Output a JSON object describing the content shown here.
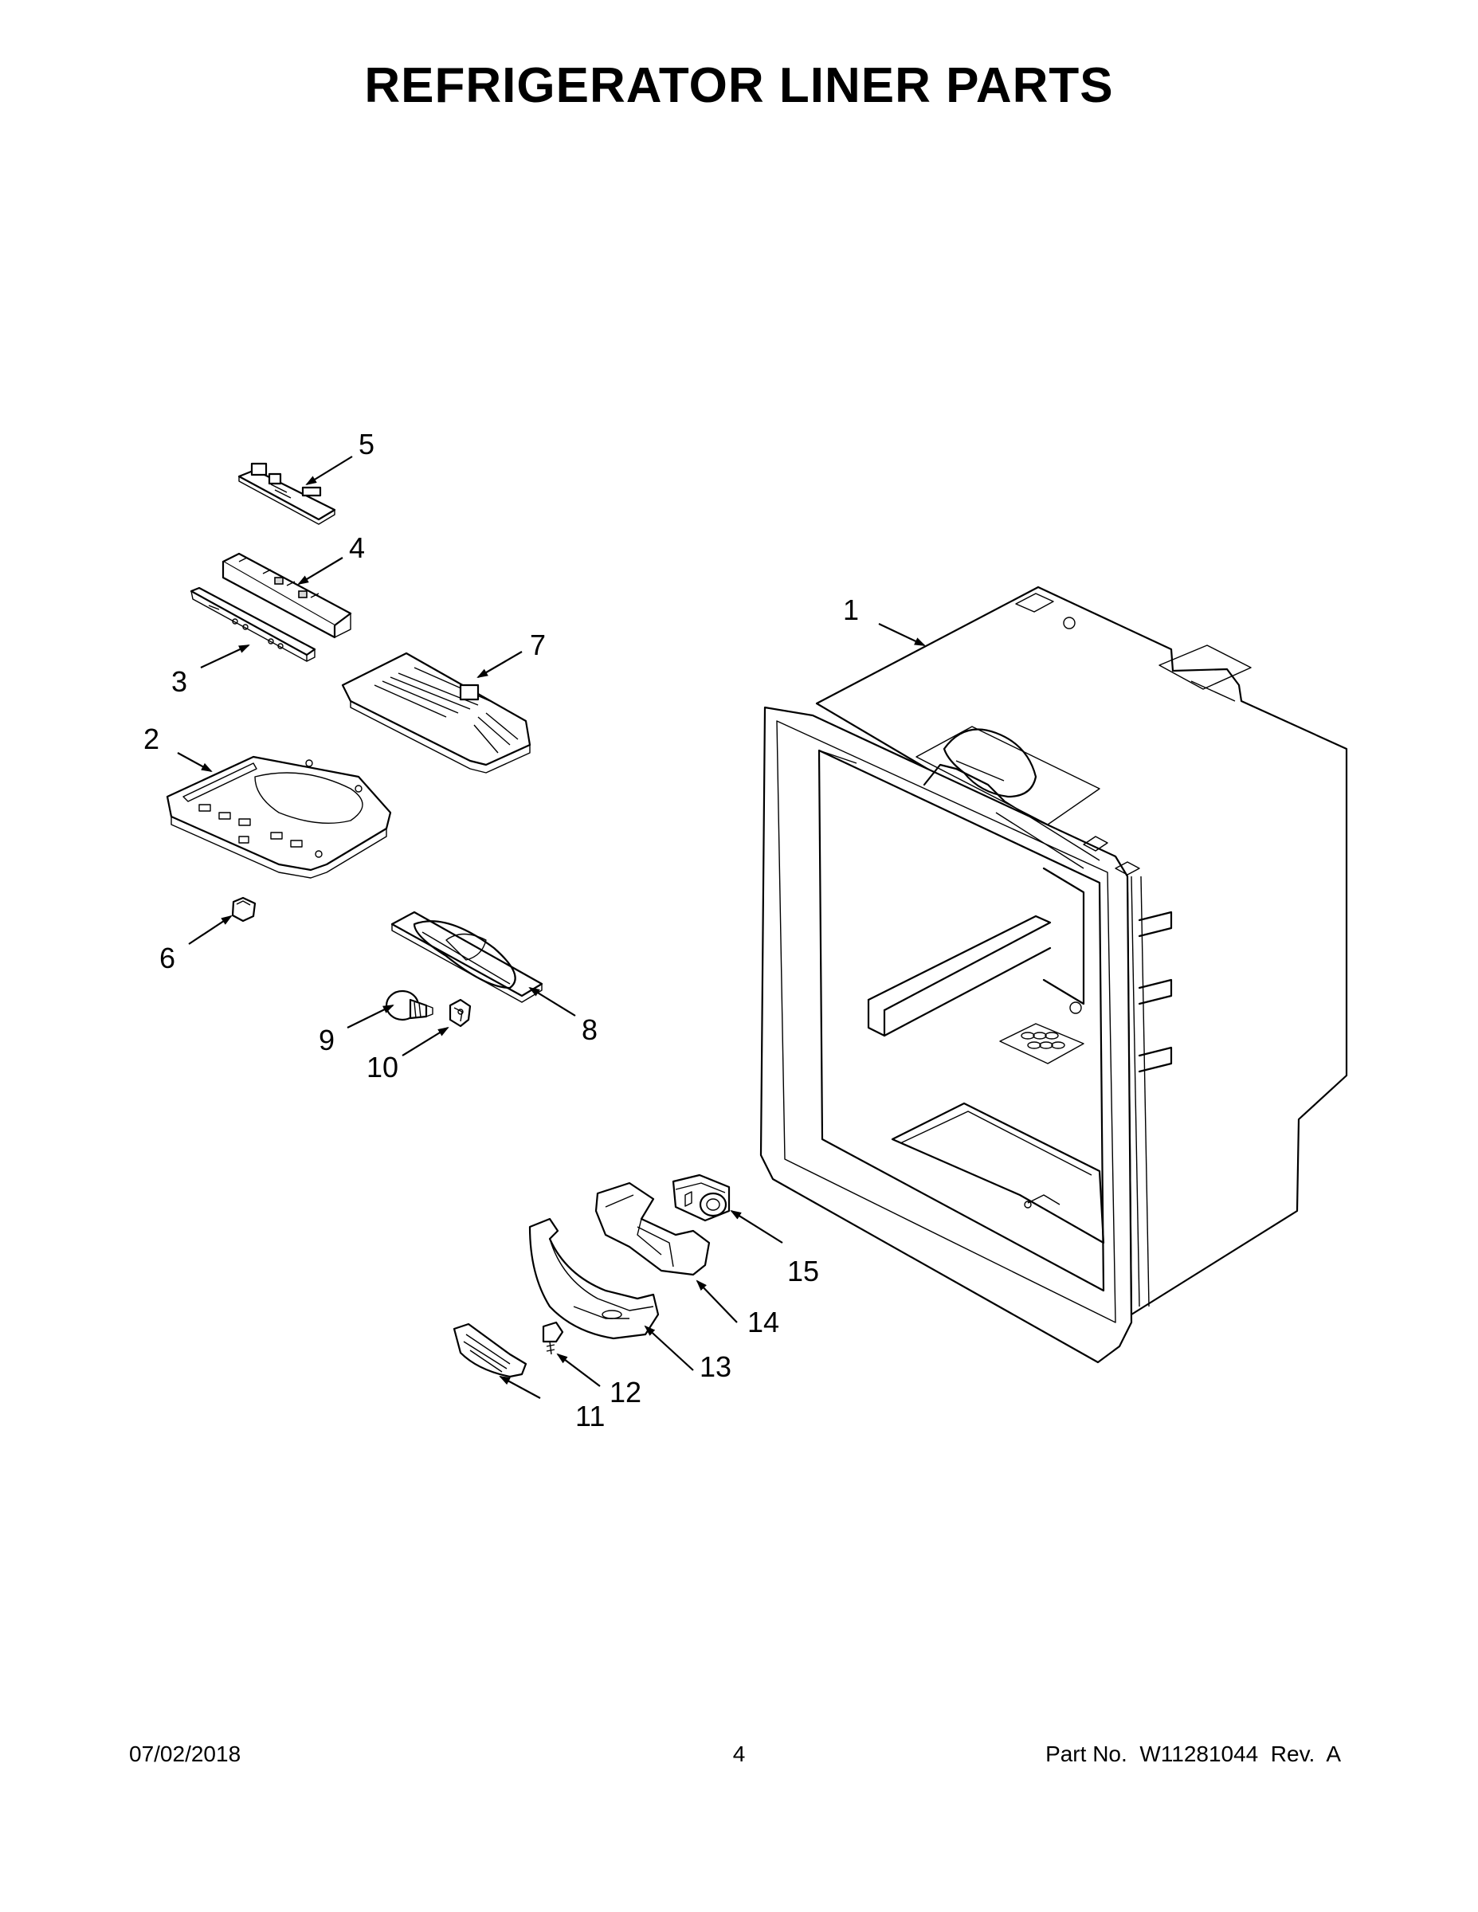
{
  "title": "REFRIGERATOR LINER PARTS",
  "callouts": {
    "c1": "1",
    "c2": "2",
    "c3": "3",
    "c4": "4",
    "c5": "5",
    "c6": "6",
    "c7": "7",
    "c8": "8",
    "c9": "9",
    "c10": "10",
    "c11": "11",
    "c12": "12",
    "c13": "13",
    "c14": "14",
    "c15": "15"
  },
  "footer": {
    "date": "07/02/2018",
    "page": "4",
    "part_no": "Part No.  W11281044  Rev.  A"
  }
}
